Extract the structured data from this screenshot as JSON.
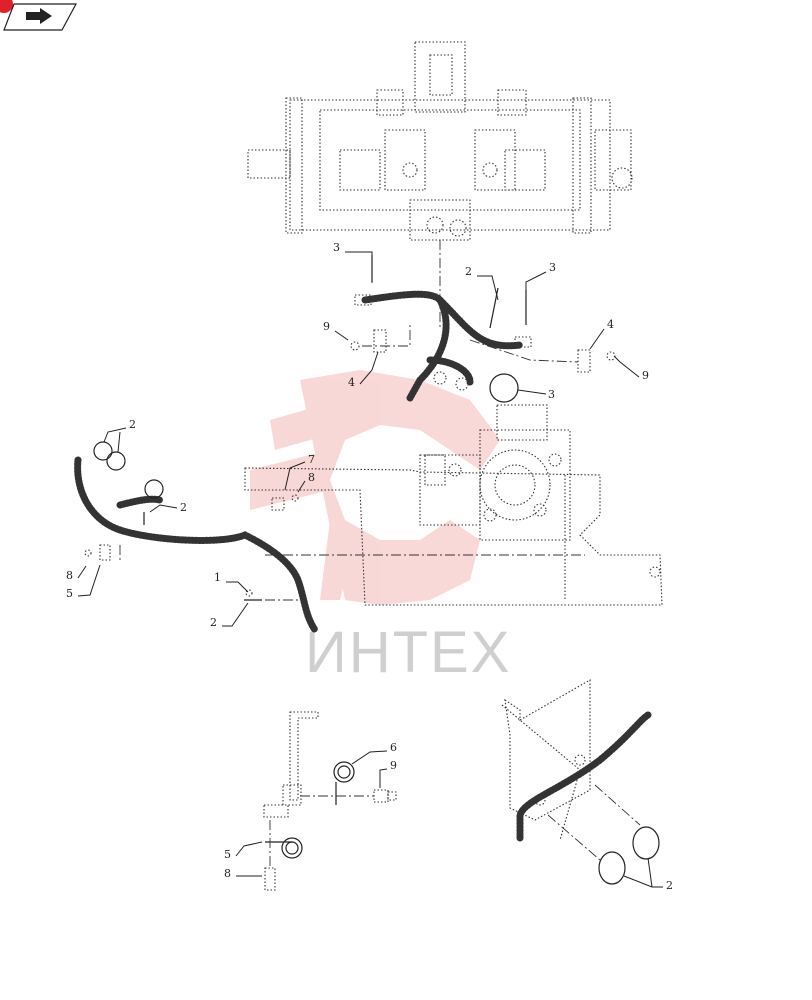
{
  "callouts": {
    "c_top_3": "3",
    "c_top_2": "2",
    "c_top_3b": "3",
    "c_left_9": "9",
    "c_left_4": "4",
    "c_right_4": "4",
    "c_right_9": "9",
    "c_mid_3": "3",
    "c_clamp_2a": "2",
    "c_clamp_2b": "2",
    "c_7": "7",
    "c_8": "8",
    "c_lower_8": "8",
    "c_lower_5": "5",
    "c_1": "1",
    "c_2_lower": "2",
    "c_d1_6": "6",
    "c_d1_9": "9",
    "c_d1_5": "5",
    "c_d1_8": "8",
    "c_d2_2": "2"
  },
  "watermark": {
    "text": "ИНТЕХ"
  },
  "colors": {
    "accent": "#e0202a",
    "watermark_red": "#f4b8b8",
    "line": "#333333"
  },
  "icons": {
    "nav": "book-arrow-icon"
  }
}
